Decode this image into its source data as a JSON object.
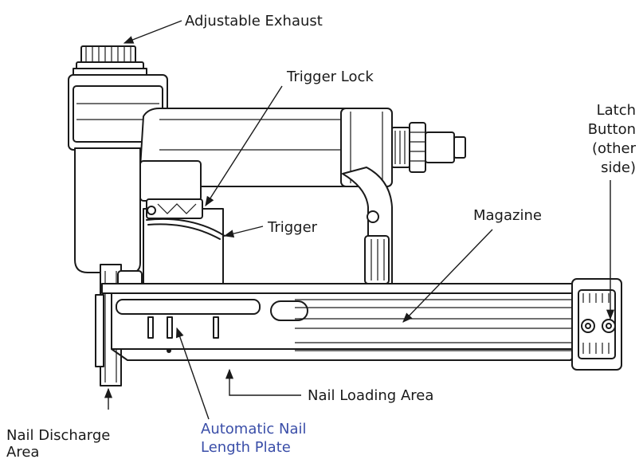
{
  "labels": {
    "adjustable_exhaust": "Adjustable Exhaust",
    "trigger_lock": "Trigger Lock",
    "trigger": "Trigger",
    "magazine": "Magazine",
    "latch_button_1": "Latch",
    "latch_button_2": "Button",
    "latch_button_3": "(other",
    "latch_button_4": "side)",
    "nail_loading_area": "Nail Loading Area",
    "nail_discharge_area_1": "Nail Discharge",
    "nail_discharge_area_2": "Area",
    "automatic_nail_length_plate_1": "Automatic Nail",
    "automatic_nail_length_plate_2": "Length Plate"
  },
  "colors": {
    "ink": "#1a1a1a",
    "accent_label": "#3a4ea8",
    "background": "#ffffff"
  }
}
